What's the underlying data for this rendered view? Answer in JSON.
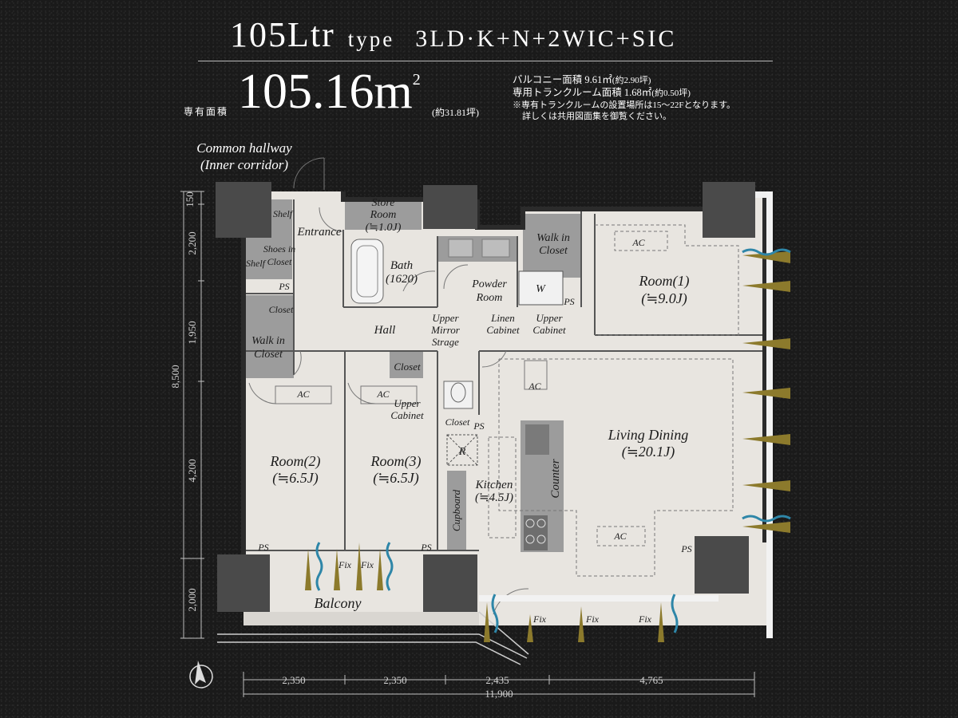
{
  "header": {
    "type_code": "105Ltr",
    "type_word": "type",
    "layout": "3LD·K+N+2WIC+SIC",
    "area_label": "専有面積",
    "area_value": "105.16",
    "area_unit": "m",
    "area_unit_sup": "2",
    "area_tsubo": "(約31.81坪)",
    "balcony_label": "バルコニー面積",
    "balcony_value": "9.61㎡",
    "balcony_tsubo": "(約2.90坪)",
    "trunk_label": "専用トランクルーム面積",
    "trunk_value": "1.68㎡",
    "trunk_tsubo": "(約0.50坪)",
    "note_line1": "※専有トランクルームの設置場所は15～22Fとなります。",
    "note_line2": "詳しくは共用図面集を御覧ください。"
  },
  "plan": {
    "common_hallway": "Common hallway",
    "inner_corridor": "(Inner corridor)",
    "entrance": "Entrance",
    "store_room": "Store",
    "store_room2": "Room",
    "store_room_size": "(≒1.0J)",
    "bath": "Bath",
    "bath_size": "(1620)",
    "powder_room": "Powder",
    "powder_room2": "Room",
    "walk_in_closet_1a": "Walk in",
    "walk_in_closet_1b": "Closet",
    "room1": "Room(1)",
    "room1_size": "(≒9.0J)",
    "shelf_top": "Shelf",
    "shelf_left": "Shelf",
    "shoes_in": "Shoes in",
    "shoes_closet": "Closet",
    "closet": "Closet",
    "walk_in_closet_2a": "Walk in",
    "walk_in_closet_2b": "Closet",
    "hall": "Hall",
    "upper_mirror_1": "Upper",
    "upper_mirror_2": "Mirror",
    "upper_mirror_3": "Strage",
    "linen_1": "Linen",
    "linen_2": "Cabinet",
    "upper_cabinet_1": "Upper",
    "upper_cabinet_2": "Cabinet",
    "closet_hall": "Closet",
    "upper_cabinet_b1": "Upper",
    "upper_cabinet_b2": "Cabinet",
    "closet_small": "Closet",
    "ps": "PS",
    "ac": "AC",
    "w": "W",
    "r": "R",
    "living_dining": "Living Dining",
    "living_dining_size": "(≒20.1J)",
    "room2": "Room(2)",
    "room2_size": "(≒6.5J)",
    "room3": "Room(3)",
    "room3_size": "(≒6.5J)",
    "kitchen": "Kitchen",
    "kitchen_size": "(≒4.5J)",
    "cupboard": "Cupboard",
    "counter": "Counter",
    "balcony": "Balcony",
    "fix": "Fix"
  },
  "dimensions": {
    "left": [
      "150",
      "2,200",
      "1,950",
      "4,200",
      "2,000"
    ],
    "left_total": "8,500",
    "bottom": [
      "2,350",
      "2,350",
      "2,435",
      "4,765"
    ],
    "bottom_total": "11,900"
  },
  "colors": {
    "floor": "#e8e5e0",
    "wall": "#303030",
    "column": "#4a4a4a",
    "storage": "#9c9c9c",
    "wind_blue": "#2e86a8",
    "light_gold": "#8c7a2c"
  },
  "icons": {
    "compass": "north-arrow-icon"
  }
}
